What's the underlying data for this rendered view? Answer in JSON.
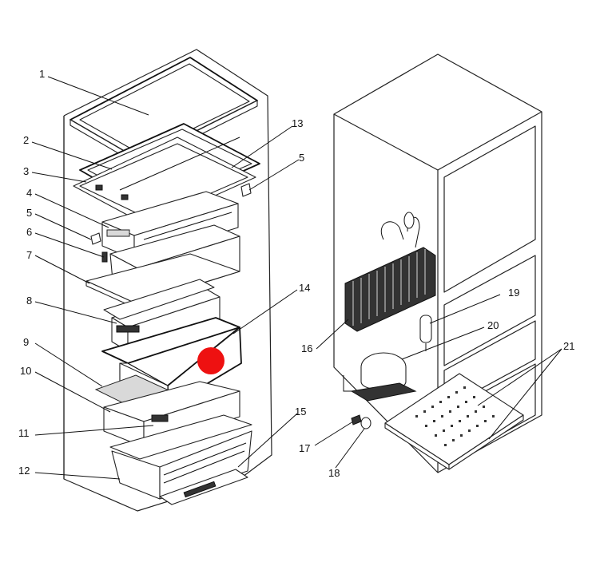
{
  "labels": {
    "l1": "1",
    "l2": "2",
    "l3": "3",
    "l4": "4",
    "l5a": "5",
    "l5b": "5",
    "l6": "6",
    "l7": "7",
    "l8": "8",
    "l9": "9",
    "l10": "10",
    "l11": "11",
    "l12": "12",
    "l13": "13",
    "l14": "14",
    "l15": "15",
    "l16": "16",
    "l17": "17",
    "l18": "18",
    "l19": "19",
    "l20": "20",
    "l21": "21"
  },
  "colors": {
    "marker": "#ee1111",
    "line": "#111111"
  }
}
